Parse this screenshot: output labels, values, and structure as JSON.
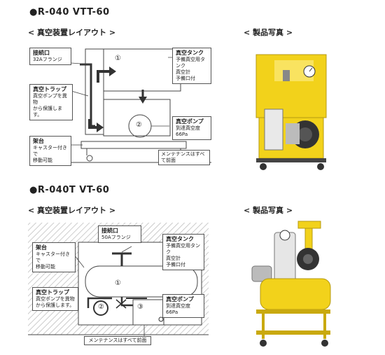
{
  "section1": {
    "title": "●R-040 VTT-60",
    "layout_heading": "< 真空装置レイアウト >",
    "photo_heading": "< 製品写真 >",
    "labels": {
      "port": {
        "title": "接続口",
        "lines": [
          "32Aフランジ"
        ]
      },
      "tank": {
        "title": "真空タンク",
        "lines": [
          "予備真空用タンク",
          "真空計",
          "予備口付"
        ]
      },
      "trap": {
        "title": "真空トラップ",
        "lines": [
          "真空ポンプを異物",
          "から保護します。"
        ]
      },
      "pump": {
        "title": "真空ポンプ",
        "lines": [
          "到達真空度66Pa"
        ]
      },
      "stand": {
        "title": "架台",
        "lines": [
          "キャスター付きで",
          "移動可能"
        ]
      },
      "maint": "メンテナンスはすべて前面"
    },
    "markers": [
      "①",
      "②"
    ]
  },
  "section2": {
    "title": "●R-040T VT-60",
    "layout_heading": "< 真空装置レイアウト >",
    "photo_heading": "< 製品写真 >",
    "labels": {
      "port": {
        "title": "接続口",
        "lines": [
          "50Aフランジ"
        ]
      },
      "tank": {
        "title": "真空タンク",
        "lines": [
          "予備真空用タンク",
          "真空計",
          "予備口付"
        ]
      },
      "stand": {
        "title": "架台",
        "lines": [
          "キャスター付きで",
          "移動可能"
        ]
      },
      "trap": {
        "title": "真空トラップ",
        "lines": [
          "真空ポンプを異物",
          "から保護します。"
        ]
      },
      "pump": {
        "title": "真空ポンプ",
        "lines": [
          "到達真空度66Pa"
        ]
      },
      "maint": "メンテナンスはすべて前面"
    },
    "markers": [
      "①",
      "②",
      "③"
    ]
  },
  "colors": {
    "yellow": "#f2d21b",
    "dark_yellow": "#c9a90e",
    "hatch": "#bbbbbb",
    "line": "#333333"
  }
}
